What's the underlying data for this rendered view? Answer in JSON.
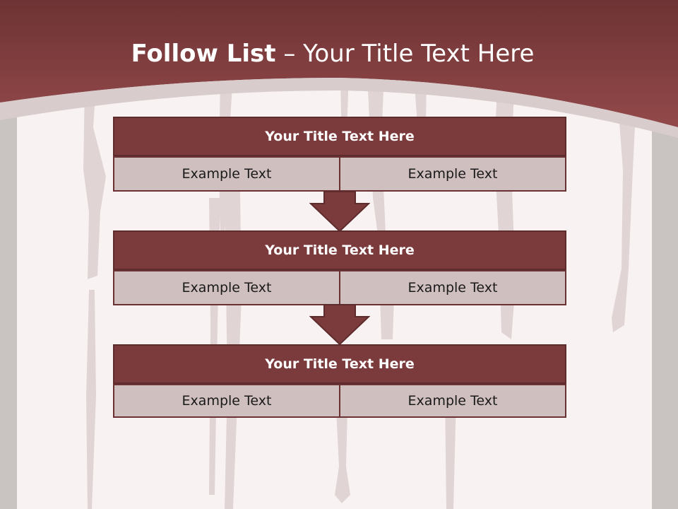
{
  "slide": {
    "title_bold": "Follow List",
    "title_rest": "  – Your Title Text Here"
  },
  "steps": [
    {
      "title": "Your Title Text Here",
      "left": "Example Text",
      "right": "Example Text"
    },
    {
      "title": "Your Title Text Here",
      "left": "Example Text",
      "right": "Example Text"
    },
    {
      "title": "Your Title Text Here",
      "left": "Example Text",
      "right": "Example Text"
    }
  ],
  "colors": {
    "header": "#8b4546",
    "box_header": "#7b3b3c",
    "cell": "#cfbfbf",
    "arrow": "#7b3b3c"
  }
}
